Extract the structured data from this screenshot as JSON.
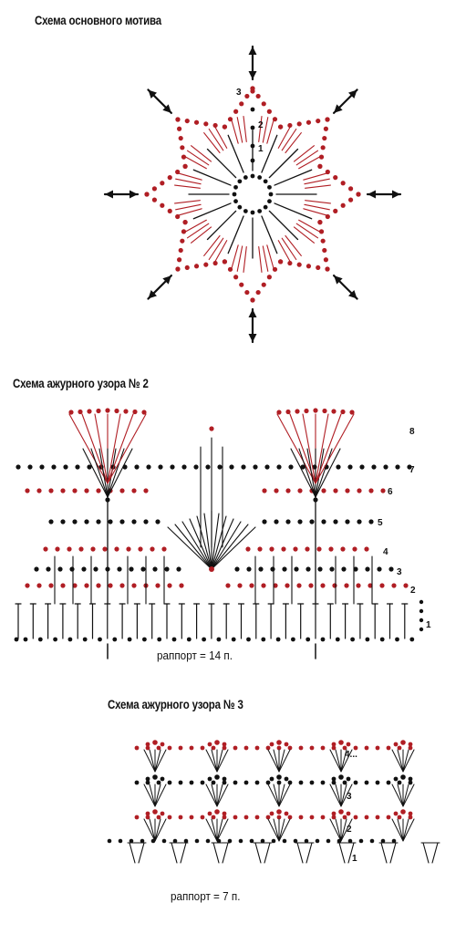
{
  "titles": {
    "motif": "Схема основного мотива",
    "pattern2": "Схема ажурного узора № 2",
    "pattern3": "Схема ажурного узора № 3"
  },
  "repeats": {
    "pattern2": "раппорт = 14 п.",
    "pattern3": "раппорт = 7 п."
  },
  "motif_rows": [
    "1",
    "2",
    "3"
  ],
  "pattern2_rows": [
    "1",
    "2",
    "3",
    "4",
    "5",
    "6",
    "7",
    "8"
  ],
  "pattern3_rows": [
    "1",
    "2",
    "3",
    "4..."
  ],
  "colors": {
    "ink": "#111111",
    "accent": "#b01e24"
  }
}
